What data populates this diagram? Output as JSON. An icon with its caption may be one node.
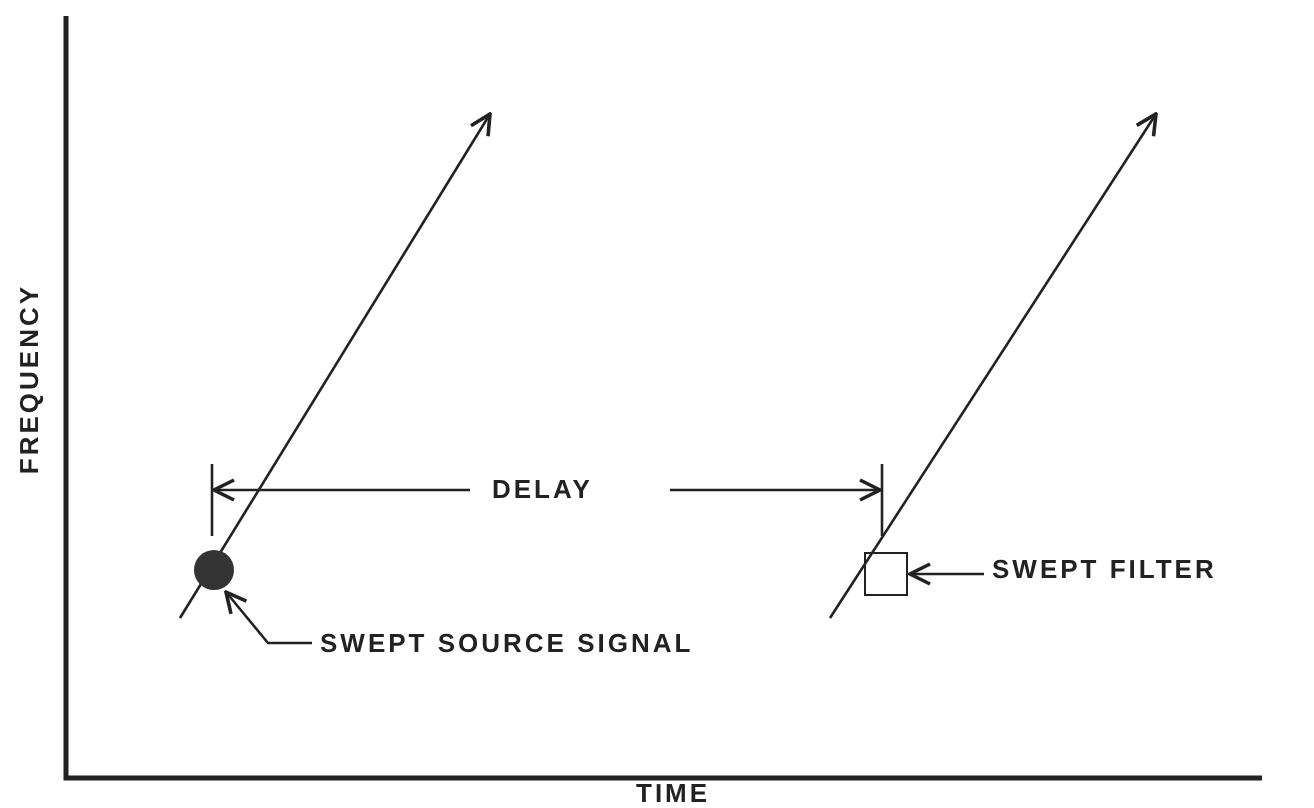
{
  "diagram": {
    "nodes": [
      {
        "text": [
          "SWEPT SOURCE SIGNAL"
        ]
      },
      {
        "text": [],
        "shape": "circle"
      },
      {
        "text": [],
        "shape": "box"
      },
      {
        "text": [
          "SWEPT FILTER"
        ]
      }
    ],
    "edges": [
      {
        "from": 0,
        "to": 1,
        "arrow": "to"
      },
      {
        "from": 3,
        "to": 2,
        "arrow": "to"
      }
    ],
    "labels": [
      "FREQUENCY",
      "DELAY",
      "TIME"
    ]
  }
}
